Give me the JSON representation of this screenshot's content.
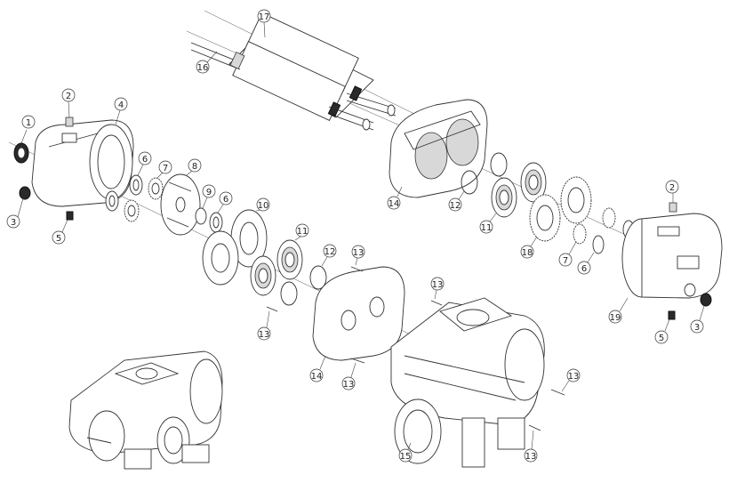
{
  "callouts": {
    "c1": "1",
    "c2": "2",
    "c3": "3",
    "c4": "4",
    "c5": "5",
    "c6": "6",
    "c7": "7",
    "c8": "8",
    "c9": "9",
    "c10": "10",
    "c11": "11",
    "c12": "12",
    "c13": "13",
    "c14": "14",
    "c15": "15",
    "c16": "16",
    "c17": "17",
    "c18": "18",
    "c19": "19"
  },
  "colors": {
    "line": "#333333",
    "dark": "#2a2a2a",
    "background": "#ffffff"
  }
}
